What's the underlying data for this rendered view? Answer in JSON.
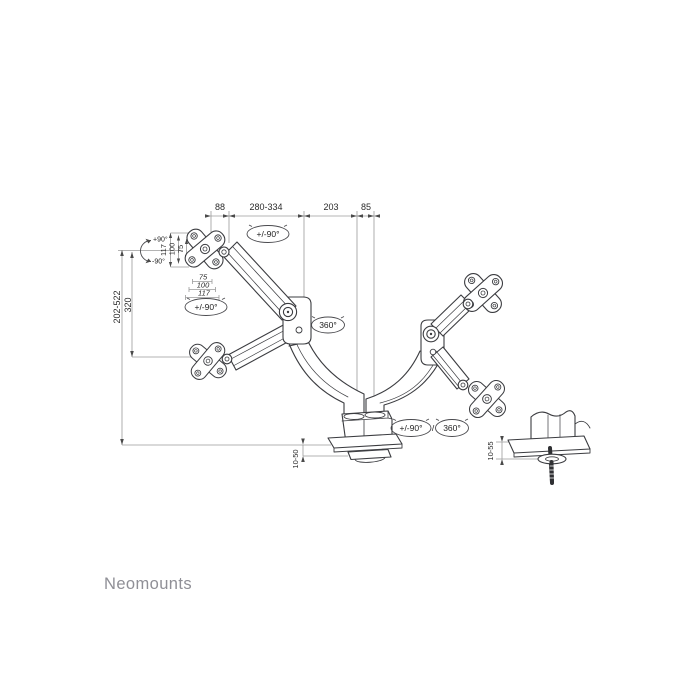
{
  "brand": {
    "wordmark": "Neomounts"
  },
  "diagram": {
    "subject": "dual-monitor desk mount arm technical drawing",
    "dimensions_mm": {
      "top_row": {
        "d1": "88",
        "d2": "280-334",
        "d3": "203",
        "d4": "85"
      },
      "height_range": "202-522",
      "height_mid": "320",
      "vesa_vertical": {
        "v1": "117",
        "v2": "100",
        "v3": "75"
      },
      "vesa_horizontal": {
        "h1": "75",
        "h2": "100",
        "h3": "117"
      },
      "clamp_thickness": "10-50",
      "grommet_thickness": "10-55"
    },
    "rotations": {
      "tilt_up": "+90°",
      "tilt_down": "-90°",
      "vesa_rotate": "+/-90°",
      "arm_swivel": "+/-90°",
      "pole_rotate": "360°",
      "base_swivel": "+/-90°",
      "separator": "/",
      "base_rotate": "360°"
    },
    "colors": {
      "line": "#3b3c40",
      "dimension_line": "#9b9b9b",
      "text": "#2b2b2b",
      "brand_text": "#8f8f96",
      "background": "#ffffff"
    }
  }
}
